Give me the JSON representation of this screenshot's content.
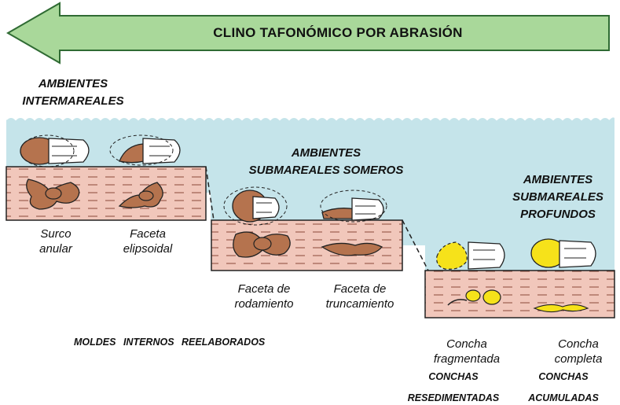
{
  "header": {
    "title": "CLINO TAFONÓMICO POR ABRASIÓN"
  },
  "environments": {
    "intertidal": [
      "AMBIENTES",
      "INTERMAREALES"
    ],
    "shallow": [
      "AMBIENTES",
      "SUBMAREALES SOMEROS"
    ],
    "deep": [
      "AMBIENTES",
      "SUBMAREALES",
      "PROFUNDOS"
    ]
  },
  "descriptions": {
    "surco": [
      "Surco",
      "anular"
    ],
    "elipsoidal": [
      "Faceta",
      "elipsoidal"
    ],
    "rodamiento": [
      "Faceta de",
      "rodamiento"
    ],
    "truncamiento": [
      "Faceta de",
      "truncamiento"
    ],
    "fragmentada": [
      "Concha",
      "fragmentada"
    ],
    "completa": [
      "Concha",
      "completa"
    ]
  },
  "captions": {
    "moldes": "MOLDES INTERNOS REELABORADOS",
    "resedimentadas": [
      "CONCHAS",
      "RESEDIMENTADAS"
    ],
    "acumuladas": [
      "CONCHAS",
      "ACUMULADAS"
    ]
  },
  "colors": {
    "arrow_fill": "#a9d89a",
    "water": "#c5e4ea",
    "sediment": "#f1c7bb",
    "mould": "#b5734e",
    "shell_yellow": "#f6e21a"
  }
}
